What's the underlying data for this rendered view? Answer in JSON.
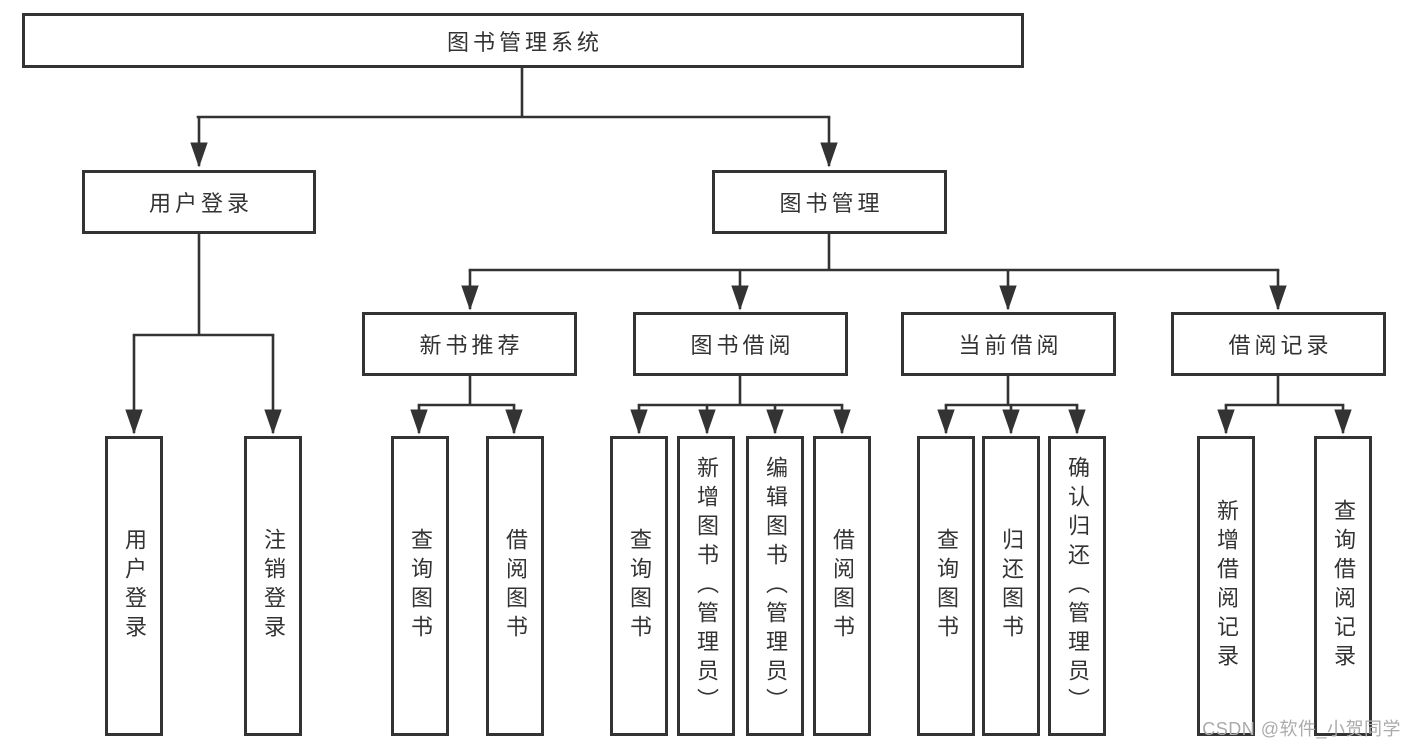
{
  "diagram": {
    "root": {
      "label": "图书管理系统"
    },
    "level2": [
      {
        "label": "用户登录"
      },
      {
        "label": "图书管理"
      }
    ],
    "level3": [
      {
        "label": "新书推荐"
      },
      {
        "label": "图书借阅"
      },
      {
        "label": "当前借阅"
      },
      {
        "label": "借阅记录"
      }
    ],
    "leaves": {
      "user": [
        "用户登录",
        "注销登录"
      ],
      "recommend": [
        "查询图书",
        "借阅图书"
      ],
      "borrow": [
        "查询图书",
        "新增图书（管理员）",
        "编辑图书（管理员）",
        "借阅图书"
      ],
      "current": [
        "查询图书",
        "归还图书",
        "确认归还（管理员）"
      ],
      "records": [
        "新增借阅记录",
        "查询借阅记录"
      ]
    }
  },
  "watermark": {
    "text": "CSDN @软件_小贺同学"
  },
  "colors": {
    "line": "#333333",
    "box_border": "#333333",
    "box_fill": "#ffffff",
    "text": "#333333",
    "watermark": "#ababab",
    "background": "#ffffff"
  }
}
